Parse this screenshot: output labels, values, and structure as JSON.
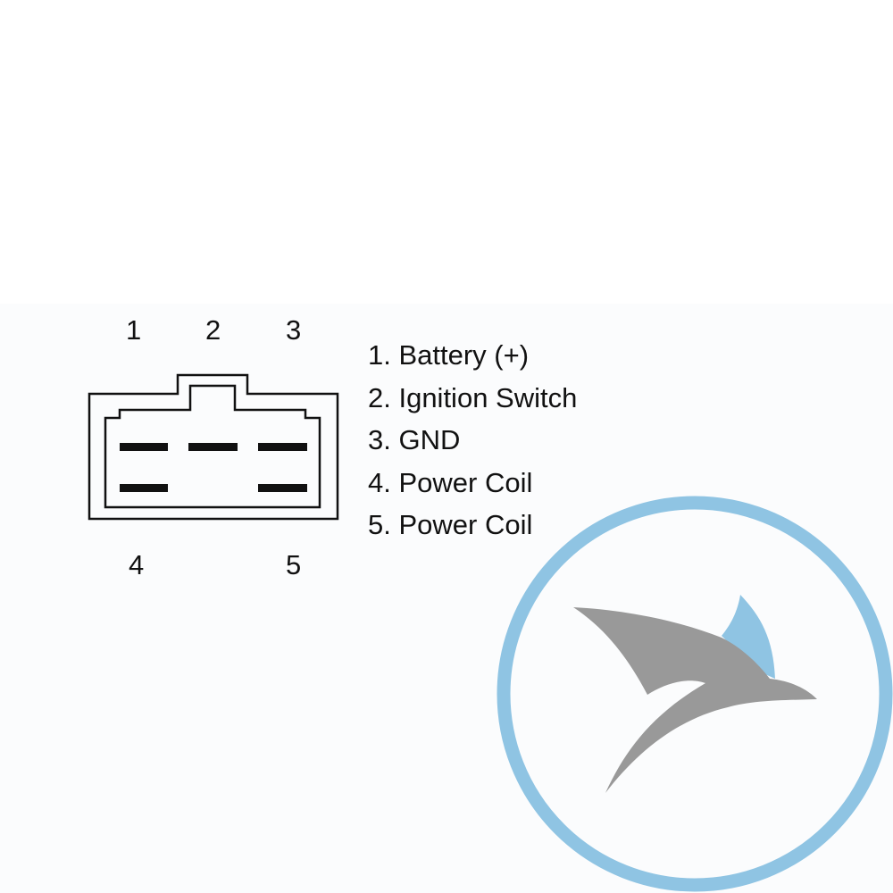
{
  "pin_numbers": {
    "top": [
      "1",
      "2",
      "3"
    ],
    "bottom": [
      "4",
      "5"
    ]
  },
  "legend": [
    "1. Battery (+)",
    "2. Ignition Switch",
    "3. GND",
    "4. Power Coil",
    "5. Power Coil"
  ],
  "connector": {
    "pin_count": 5,
    "icon": "connector-5-pin-icon"
  },
  "logo": {
    "icon": "bird-in-circle-logo",
    "colors": {
      "ring": "#8fc4e3",
      "bird_body": "#999999",
      "bird_wing": "#8fc4e3"
    }
  },
  "colors": {
    "line": "#111111",
    "background": "#ffffff"
  }
}
